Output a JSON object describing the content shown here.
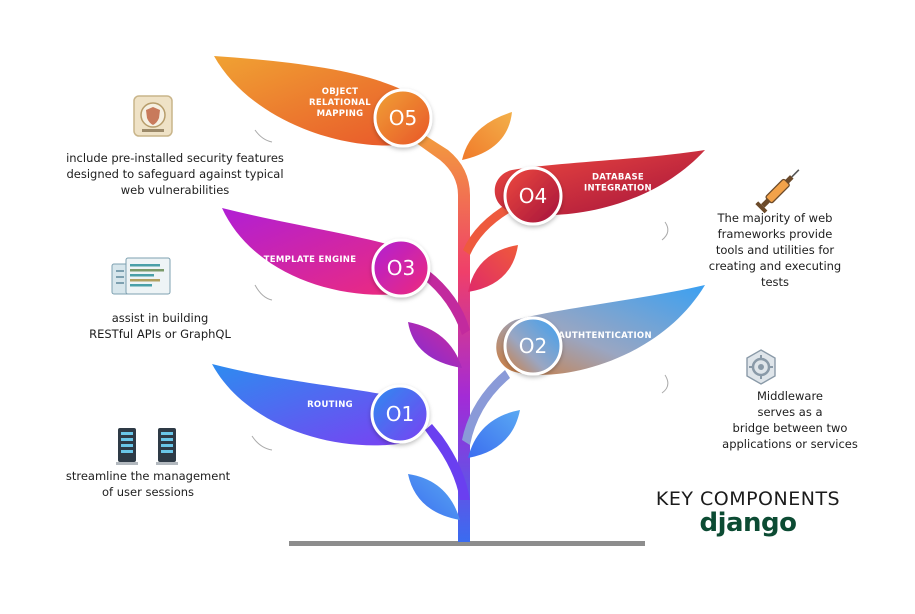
{
  "components": [
    {
      "number": "O1",
      "title_lines": [
        "ROUTING"
      ],
      "description_lines": [
        "streamline the management",
        "of user sessions"
      ],
      "color_from": "#2d8cf0",
      "color_to": "#7b3ff2"
    },
    {
      "number": "O2",
      "title_lines": [
        "AUTHTENTICATION"
      ],
      "description_lines": [
        "Middleware",
        "serves as a",
        "bridge between two",
        "applications or services"
      ],
      "color_from": "#3aa0f2",
      "color_to": "#d07c3a"
    },
    {
      "number": "O3",
      "title_lines": [
        "TEMPLATE ENGINE"
      ],
      "description_lines": [
        "assist in building",
        "RESTful APIs or GraphQL"
      ],
      "color_from": "#b01fd5",
      "color_to": "#ef2b7a"
    },
    {
      "number": "O4",
      "title_lines": [
        "DATABASE",
        "INTEGRATION"
      ],
      "description_lines": [
        "The majority of web",
        "frameworks provide",
        "tools and utilities for",
        "creating and executing",
        "tests"
      ],
      "color_from": "#ef4a3f",
      "color_to": "#a3123c"
    },
    {
      "number": "O5",
      "title_lines": [
        "OBJECT",
        "RELATIONAL",
        "MAPPING"
      ],
      "description_lines": [
        "include pre-installed security features",
        "designed to safeguard against typical",
        "web vulnerabilities"
      ],
      "color_from": "#f0a233",
      "color_to": "#e8542a"
    }
  ],
  "brand": {
    "title": "KEY COMPONENTS",
    "logo_text": "django"
  },
  "icons": [
    "shield-certificate-icon",
    "syringe-icon",
    "document-code-icon",
    "gear-network-icon",
    "server-rack-icon"
  ]
}
